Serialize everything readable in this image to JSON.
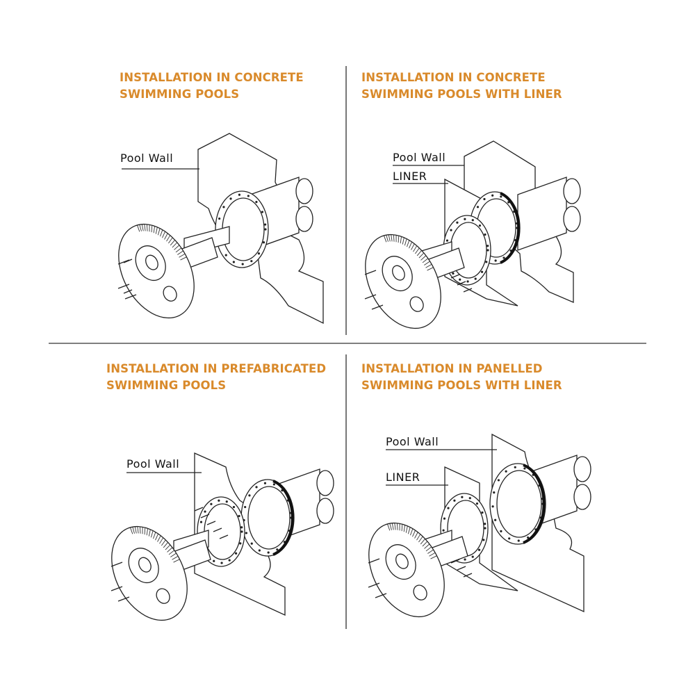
{
  "panels": [
    {
      "title_line1": "INSTALLATION IN CONCRETE",
      "title_line2": "SWIMMING POOLS",
      "labels": [
        "Pool Wall"
      ]
    },
    {
      "title_line1": "INSTALLATION IN CONCRETE",
      "title_line2": "SWIMMING POOLS WITH LINER",
      "labels": [
        "Pool Wall",
        "LINER"
      ]
    },
    {
      "title_line1": "INSTALLATION IN PREFABRICATED",
      "title_line2": "SWIMMING POOLS",
      "labels": [
        "Pool Wall"
      ]
    },
    {
      "title_line1": "INSTALLATION IN PANELLED",
      "title_line2": "SWIMMING POOLS WITH LINER",
      "labels": [
        "Pool Wall",
        "LINER"
      ]
    }
  ],
  "colors": {
    "title": "#d98a2b",
    "line": "#222222"
  }
}
